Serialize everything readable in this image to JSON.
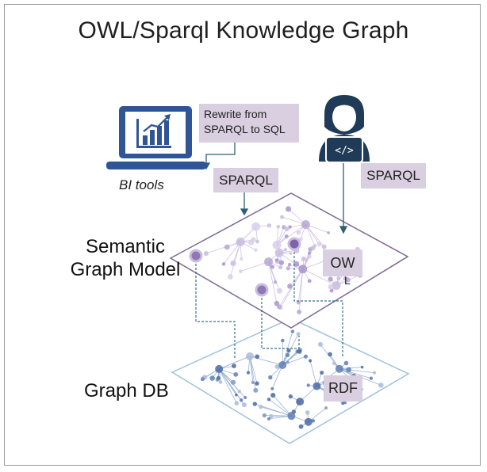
{
  "title": "OWL/Sparql Knowledge Graph",
  "nodes": {
    "bi_tools": {
      "label": "BI tools",
      "icon": "laptop-chart-icon"
    },
    "developer": {
      "icon": "developer-icon"
    },
    "semantic_layer": {
      "label_line1": "Semantic",
      "label_line2": "Graph Model",
      "tag": "OW",
      "tag_tail": "L"
    },
    "graph_db": {
      "label": "Graph DB",
      "tag": "RDF"
    }
  },
  "tags": {
    "rewrite": {
      "line1": "Rewrite from",
      "line2": "SPARQL to SQL"
    },
    "sparql_bi": "SPARQL",
    "sparql_dev": "SPARQL"
  },
  "colors": {
    "tag_fill": "#d9cfe0",
    "icon_blue": "#2f5597",
    "developer_navy": "#1f3b57",
    "semantic_plane": "#7e6a94",
    "graphdb_plane": "#9fc2dc",
    "connector": "#3a6f86"
  }
}
